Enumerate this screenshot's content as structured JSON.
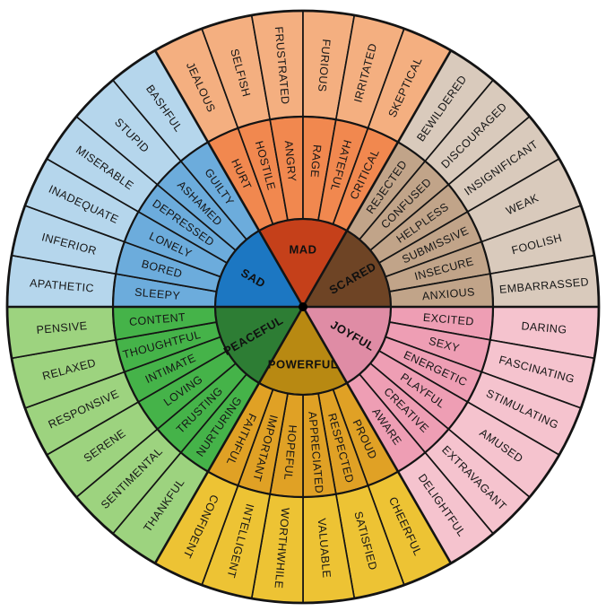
{
  "figure": {
    "type": "wheel",
    "rings": 3,
    "background": "#ffffff",
    "line_color": "#141414",
    "center_dot_color": "#000000"
  },
  "cores": [
    {
      "label": "MAD",
      "start_angle": 120,
      "colors": {
        "core": "#C5401A",
        "middle": "#F1884F",
        "outer": "#F4AF80"
      },
      "middle": [
        "HURT",
        "HOSTILE",
        "ANGRY",
        "RAGE",
        "HATEFUL",
        "CRITICAL"
      ],
      "outer": [
        "JEALOUS",
        "SELFISH",
        "FRUSTRATED",
        "FURIOUS",
        "IRRITATED",
        "SKEPTICAL"
      ]
    },
    {
      "label": "SCARED",
      "start_angle": 60,
      "colors": {
        "core": "#6E4425",
        "middle": "#C1A489",
        "outer": "#D9CABC"
      },
      "middle": [
        "REJECTED",
        "CONFUSED",
        "HELPLESS",
        "SUBMISSIVE",
        "INSECURE",
        "ANXIOUS"
      ],
      "outer": [
        "BEWILDERED",
        "DISCOURAGED",
        "INSIGNIFICANT",
        "WEAK",
        "FOOLISH",
        "EMBARRASSED"
      ]
    },
    {
      "label": "JOYFUL",
      "start_angle": 0,
      "colors": {
        "core": "#DF8CA5",
        "middle": "#EE9EB4",
        "outer": "#F5C3CE"
      },
      "middle": [
        "EXCITED",
        "SEXY",
        "ENERGETIC",
        "PLAYFUL",
        "CREATIVE",
        "AWARE"
      ],
      "outer": [
        "DARING",
        "FASCINATING",
        "STIMULATING",
        "AMUSED",
        "EXTRAVAGANT",
        "DELIGHTFUL"
      ]
    },
    {
      "label": "POWERFUL",
      "start_angle": -60,
      "colors": {
        "core": "#B88912",
        "middle": "#E0A125",
        "outer": "#EDC334"
      },
      "middle": [
        "PROUD",
        "RESPECTED",
        "APPRECIATED",
        "HOPEFUL",
        "IMPORTANT",
        "FAITHFUL"
      ],
      "outer": [
        "CHEERFUL",
        "SATISFIED",
        "VALUABLE",
        "WORTHWHILE",
        "INTELLIGENT",
        "CONFIDENT"
      ]
    },
    {
      "label": "PEACEFUL",
      "start_angle": -120,
      "colors": {
        "core": "#2D7D34",
        "middle": "#45B349",
        "outer": "#9DD37F"
      },
      "middle": [
        "NURTURING",
        "TRUSTING",
        "LOVING",
        "INTIMATE",
        "THOUGHTFUL",
        "CONTENT"
      ],
      "outer": [
        "THANKFUL",
        "SENTIMENTAL",
        "SERENE",
        "RESPONSIVE",
        "RELAXED",
        "PENSIVE"
      ]
    },
    {
      "label": "SAD",
      "start_angle": 180,
      "colors": {
        "core": "#1C77C2",
        "middle": "#6CACDC",
        "outer": "#B5D6EC"
      },
      "middle": [
        "SLEEPY",
        "BORED",
        "LONELY",
        "DEPRESSED",
        "ASHAMED",
        "GUILTY"
      ],
      "outer": [
        "APATHETIC",
        "INFERIOR",
        "INADEQUATE",
        "MISERABLE",
        "STUPID",
        "BASHFUL"
      ]
    }
  ]
}
